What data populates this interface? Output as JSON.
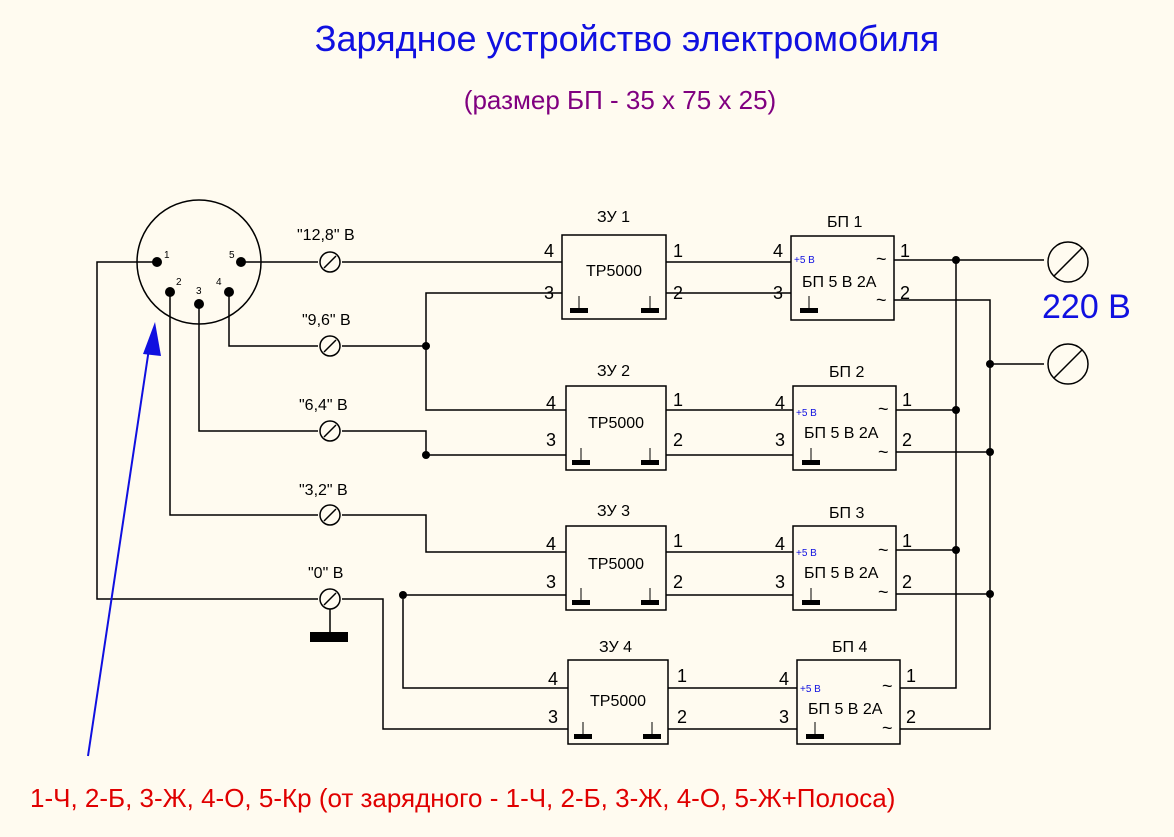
{
  "title": "Зарядное устройство электромобиля",
  "subtitle": "(размер БП - 35 х 75 х 25)",
  "mains_label": "220 В",
  "legend": "1-Ч, 2-Б, 3-Ж, 4-О, 5-Кр (от зарядного - 1-Ч, 2-Б, 3-Ж, 4-О, 5-Ж+Полоса)",
  "connector": {
    "pins": [
      "1",
      "2",
      "3",
      "4",
      "5"
    ]
  },
  "taps": [
    "\"12,8\" В",
    "\"9,6\" В",
    "\"6,4\" В",
    "\"3,2\" В",
    "\"0\" В"
  ],
  "chargers": [
    {
      "title": "ЗУ 1",
      "model": "TP5000"
    },
    {
      "title": "ЗУ 2",
      "model": "TP5000"
    },
    {
      "title": "ЗУ 3",
      "model": "TP5000"
    },
    {
      "title": "ЗУ 4",
      "model": "TP5000"
    }
  ],
  "psus": [
    {
      "title": "БП 1",
      "label": "БП 5 В 2А",
      "plus": "+5 В"
    },
    {
      "title": "БП 2",
      "label": "БП 5 В 2А",
      "plus": "+5 В"
    },
    {
      "title": "БП 3",
      "label": "БП 5 В 2А",
      "plus": "+5 В"
    },
    {
      "title": "БП 4",
      "label": "БП 5 В 2А",
      "plus": "+5 В"
    }
  ],
  "pin_numbers": {
    "p1": "1",
    "p2": "2",
    "p3": "3",
    "p4": "4"
  },
  "tilde": "~",
  "colors": {
    "background": "#fffbf0",
    "title": "#1010e0",
    "subtitle": "#800080",
    "legend": "#e00000",
    "arrow": "#1010e0"
  }
}
